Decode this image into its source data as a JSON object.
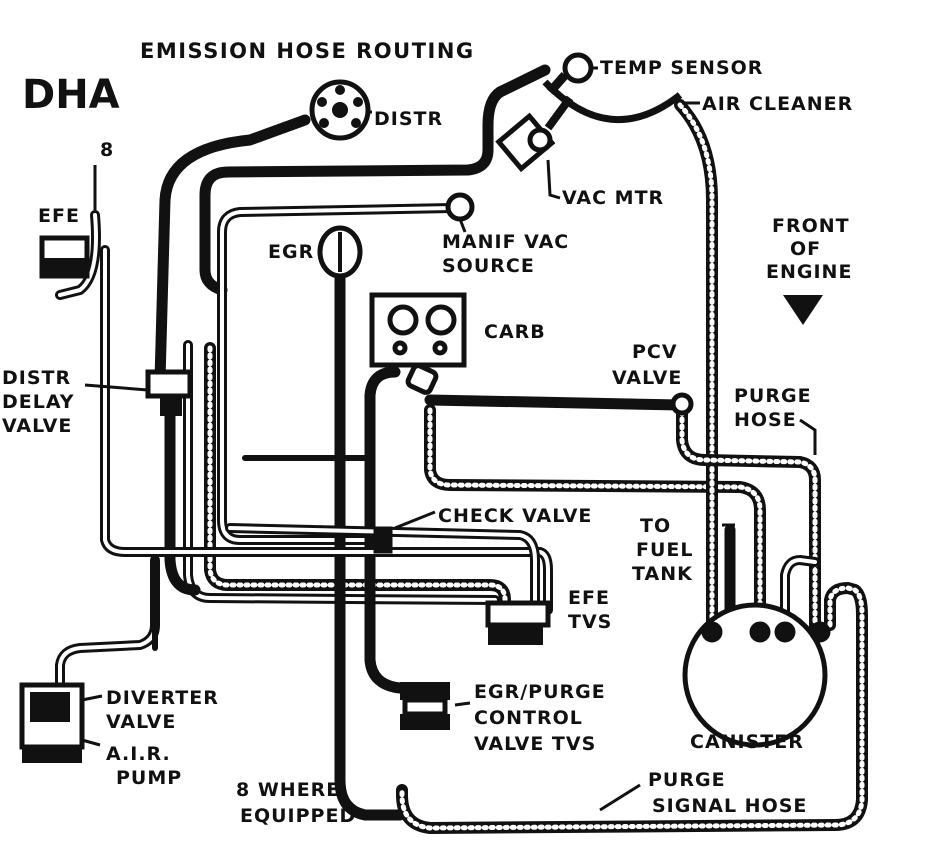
{
  "diagram": {
    "title": "EMISSION HOSE ROUTING",
    "code": "DHA",
    "footnote_marker": "8",
    "labels": {
      "temp_sensor": "TEMP SENSOR",
      "air_cleaner": "AIR CLEANER",
      "distr": "DISTR",
      "vac_mtr": "VAC MTR",
      "manif_vac_line1": "MANIF VAC",
      "manif_vac_line2": "SOURCE",
      "egr": "EGR",
      "carb": "CARB",
      "front_line1": "FRONT",
      "front_line2": "OF",
      "front_line3": "ENGINE",
      "efe": "EFE",
      "pcv_line1": "PCV",
      "pcv_line2": "VALVE",
      "purge_hose_line1": "PURGE",
      "purge_hose_line2": "HOSE",
      "distr_delay_line1": "DISTR",
      "distr_delay_line2": "DELAY",
      "distr_delay_line3": "VALVE",
      "check_valve": "CHECK VALVE",
      "to_fuel_tank_line1": "TO",
      "to_fuel_tank_line2": "FUEL",
      "to_fuel_tank_line3": "TANK",
      "efe_tvs_line1": "EFE",
      "efe_tvs_line2": "TVS",
      "diverter_line1": "DIVERTER",
      "diverter_line2": "VALVE",
      "air_pump_line1": "A.I.R.",
      "air_pump_line2": "PUMP",
      "egr_purge_line1": "EGR/PURGE",
      "egr_purge_line2": "CONTROL",
      "egr_purge_line3": "VALVE TVS",
      "canister": "CANISTER",
      "where_equipped_line1": "8 WHERE",
      "where_equipped_line2": "EQUIPPED",
      "purge_signal_line1": "PURGE",
      "purge_signal_line2": "SIGNAL HOSE"
    }
  }
}
